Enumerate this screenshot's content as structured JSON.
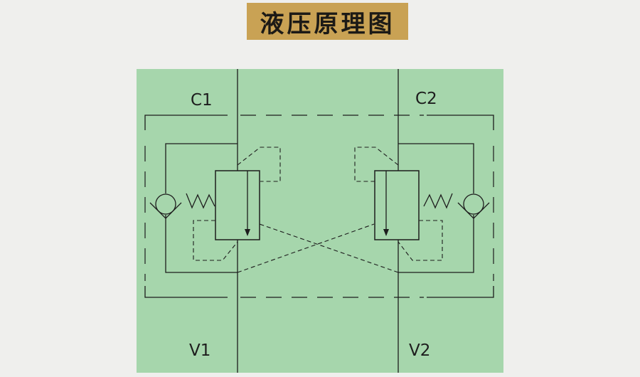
{
  "title": "液压原理图",
  "labels": {
    "c1": "C1",
    "c2": "C2",
    "v1": "V1",
    "v2": "V2"
  },
  "colors": {
    "page_background": "#efefed",
    "banner": "#c9a254",
    "diagram_background": "#a6d6ac",
    "line": "#1d1d1d"
  }
}
